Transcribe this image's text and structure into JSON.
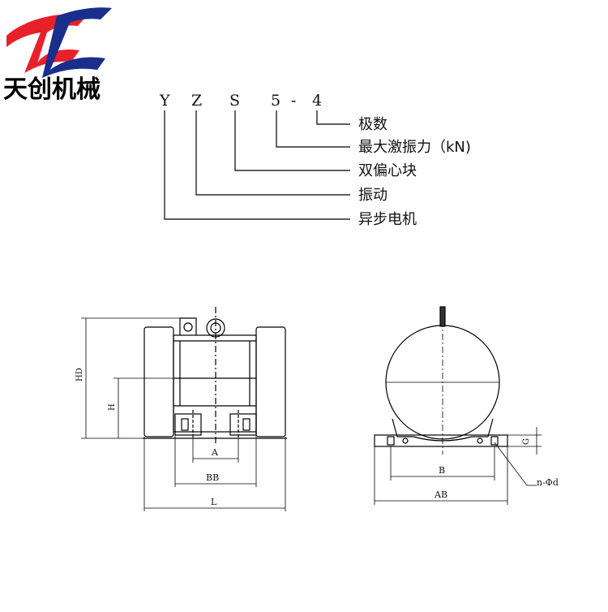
{
  "logo": {
    "brand_text": "天创机械",
    "colors": {
      "red": "#e8202a",
      "blue": "#1a2f8c"
    }
  },
  "model_code": {
    "chars": [
      "Y",
      "Z",
      "S",
      "5",
      "-",
      "4"
    ],
    "labels": [
      "极数",
      "最大激振力（kN)",
      "双偏心块",
      "振动",
      "异步电机"
    ]
  },
  "side_view": {
    "dimensions": {
      "hd": "HD",
      "h": "H",
      "a": "A",
      "bb": "BB",
      "l": "L"
    }
  },
  "end_view": {
    "dimensions": {
      "g": "G",
      "b": "B",
      "ab": "AB",
      "hole": "n-Φd"
    }
  }
}
